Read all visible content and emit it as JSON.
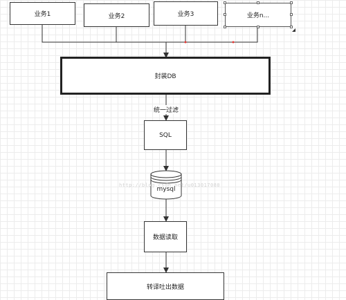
{
  "nodes": {
    "biz1": "业务1",
    "biz2": "业务2",
    "biz3": "业务3",
    "bizn": "业务n...",
    "wrap_db": "封装DB",
    "sql": "SQL",
    "mysql": "mysql",
    "read": "数据读取",
    "convert": "转译吐出数据"
  },
  "edge_labels": {
    "filter": "统一过滤"
  },
  "watermark": "http://blog.csdn.net/u013017080",
  "colors": {
    "grid": "#ececec",
    "line": "#333333",
    "selection_marker": "#e53935"
  }
}
